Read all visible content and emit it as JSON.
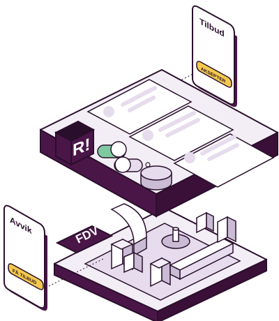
{
  "colors": {
    "ink": "#2a0f2c",
    "plum": "#4a1648",
    "lavender_top": "#f3eef6",
    "lavender_mid": "#e6dced",
    "lavender_dark": "#cbbcd6",
    "card": "#ffffff",
    "accent_yellow": "#f2c94c",
    "accent_green": "#7ec9a0"
  },
  "top_board": {
    "logo": "R!"
  },
  "bottom_board": {
    "label": "FDV"
  },
  "cards": {
    "offer": {
      "title": "Tilbud",
      "button": "AKSEPTER"
    },
    "deviation": {
      "title": "Avvik",
      "button": "FÅ TILBUD"
    }
  }
}
